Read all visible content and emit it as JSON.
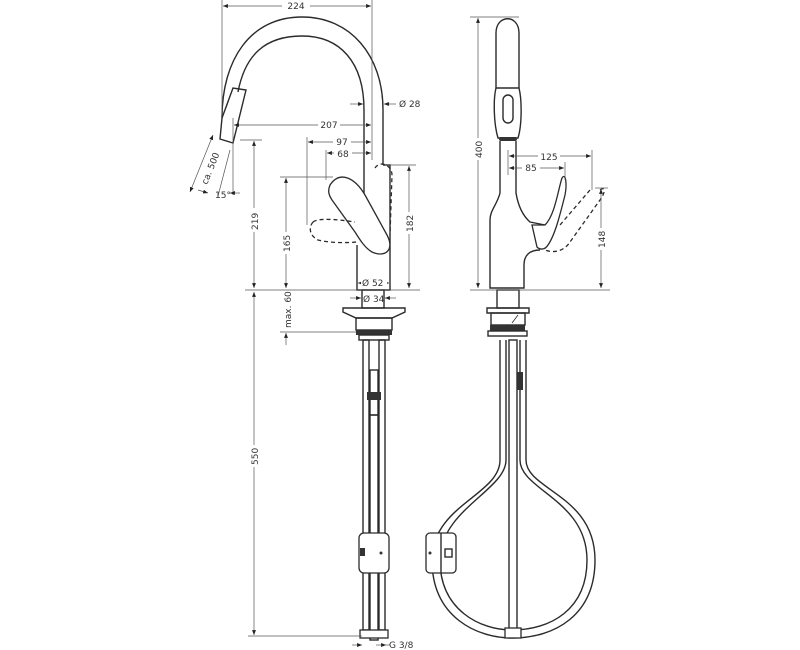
{
  "dimensions": {
    "width_224": "224",
    "reach_207": "207",
    "d_97": "97",
    "d_68": "68",
    "spout_dia": "Ø 28",
    "hose_length": "ca. 500",
    "angle": "15°",
    "height_219": "219",
    "height_165": "165",
    "height_182": "182",
    "base_dia_52": "Ø 52",
    "shank_dia_34": "Ø 34",
    "max_thickness": "max. 60",
    "length_550": "550",
    "connection": "G 3/8",
    "height_400": "400",
    "d_125": "125",
    "d_85": "85",
    "height_148": "148"
  }
}
